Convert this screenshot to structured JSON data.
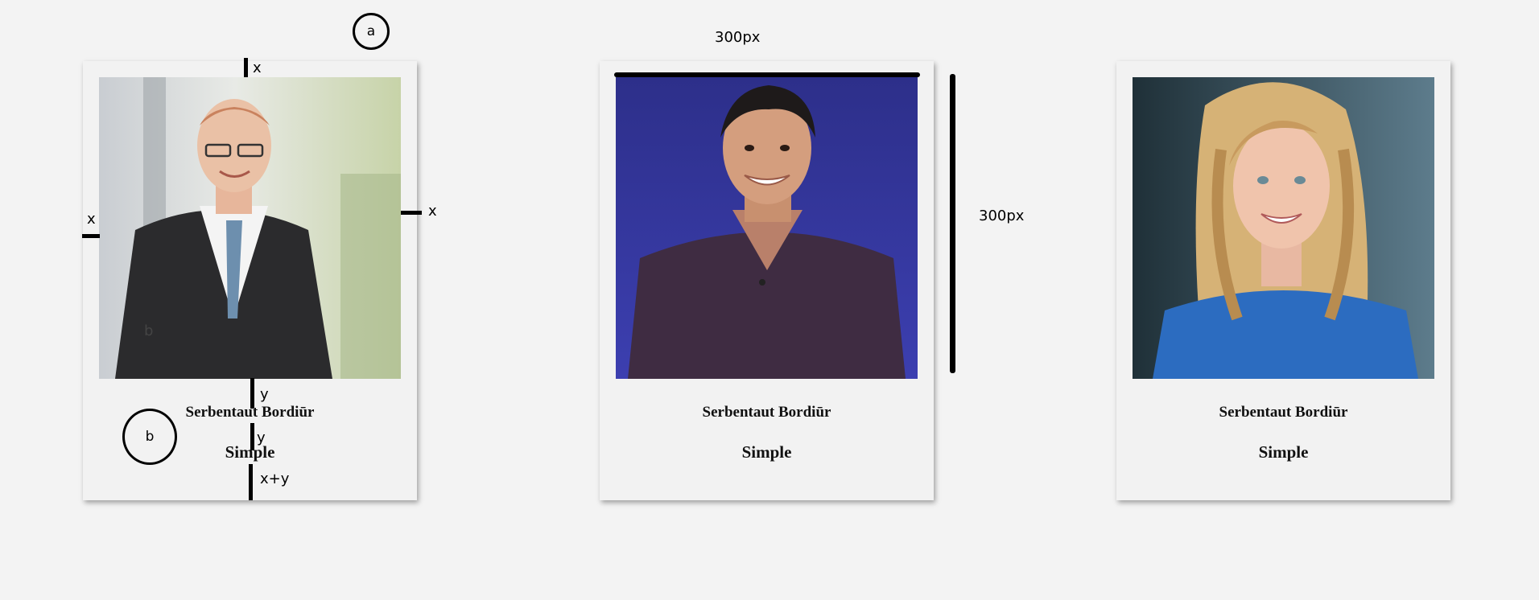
{
  "cards": [
    {
      "name": "Serbentaut Bordiūr",
      "role": "Simple"
    },
    {
      "name": "Serbentaut Bordiūr",
      "role": "Simple"
    },
    {
      "name": "Serbentaut Bordiūr",
      "role": "Simple"
    }
  ],
  "annotations": {
    "circle_a": "a",
    "circle_b": "b",
    "x_top": "x",
    "x_left": "x",
    "x_right": "x",
    "y_upper": "y",
    "y_lower": "y",
    "x_plus_y": "x+y",
    "b_faint": "b",
    "width_label": "300px",
    "height_label": "300px"
  },
  "colors": {
    "page_background": "#f3f3f3",
    "card_background": "#f2f2f2",
    "annotation": "#000000"
  }
}
